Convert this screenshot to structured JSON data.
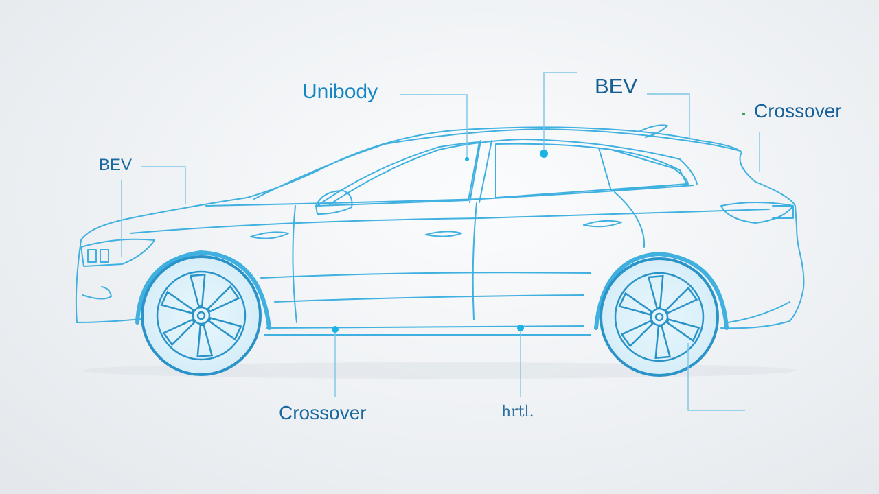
{
  "labels": {
    "unibody": "Unibody",
    "bev_top": "BEV",
    "crossover_top_right": "Crossover",
    "bev_left": "BEV",
    "crossover_bottom": "Crossover",
    "garbled_bottom": "hrtl."
  },
  "colors": {
    "line": "#3fb0e0",
    "line_dark": "#2a93c8",
    "dot": "#19b3e6",
    "label_blue": "#1585c4",
    "label_navy": "#155f93"
  }
}
